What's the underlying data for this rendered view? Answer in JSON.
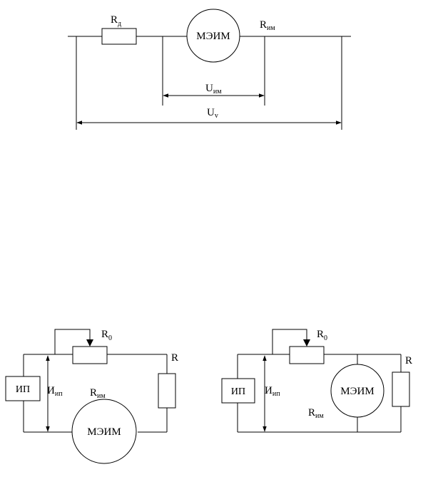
{
  "diagram1": {
    "resistor_label": "R",
    "resistor_sub": "д",
    "motor_label": "МЭИМ",
    "motor_res_label": "R",
    "motor_res_sub": "им",
    "u_motor_label": "U",
    "u_motor_sub": "им",
    "u_total_label": "U",
    "u_total_sub": "v"
  },
  "diagram2": {
    "source_label": "ИП",
    "current_label": "И",
    "current_sub": "ип",
    "rheostat_label": "R",
    "rheostat_sub": "0",
    "resistor_label": "R",
    "motor_res_label": "R",
    "motor_res_sub": "им",
    "motor_label": "МЭИМ"
  },
  "diagram3": {
    "source_label": "ИП",
    "current_label": "И",
    "current_sub": "ип",
    "rheostat_label": "R",
    "rheostat_sub": "0",
    "resistor_label": "R",
    "motor_res_label": "R",
    "motor_res_sub": "им",
    "motor_label": "МЭИМ"
  },
  "colors": {
    "line": "#000000",
    "background": "#ffffff"
  }
}
